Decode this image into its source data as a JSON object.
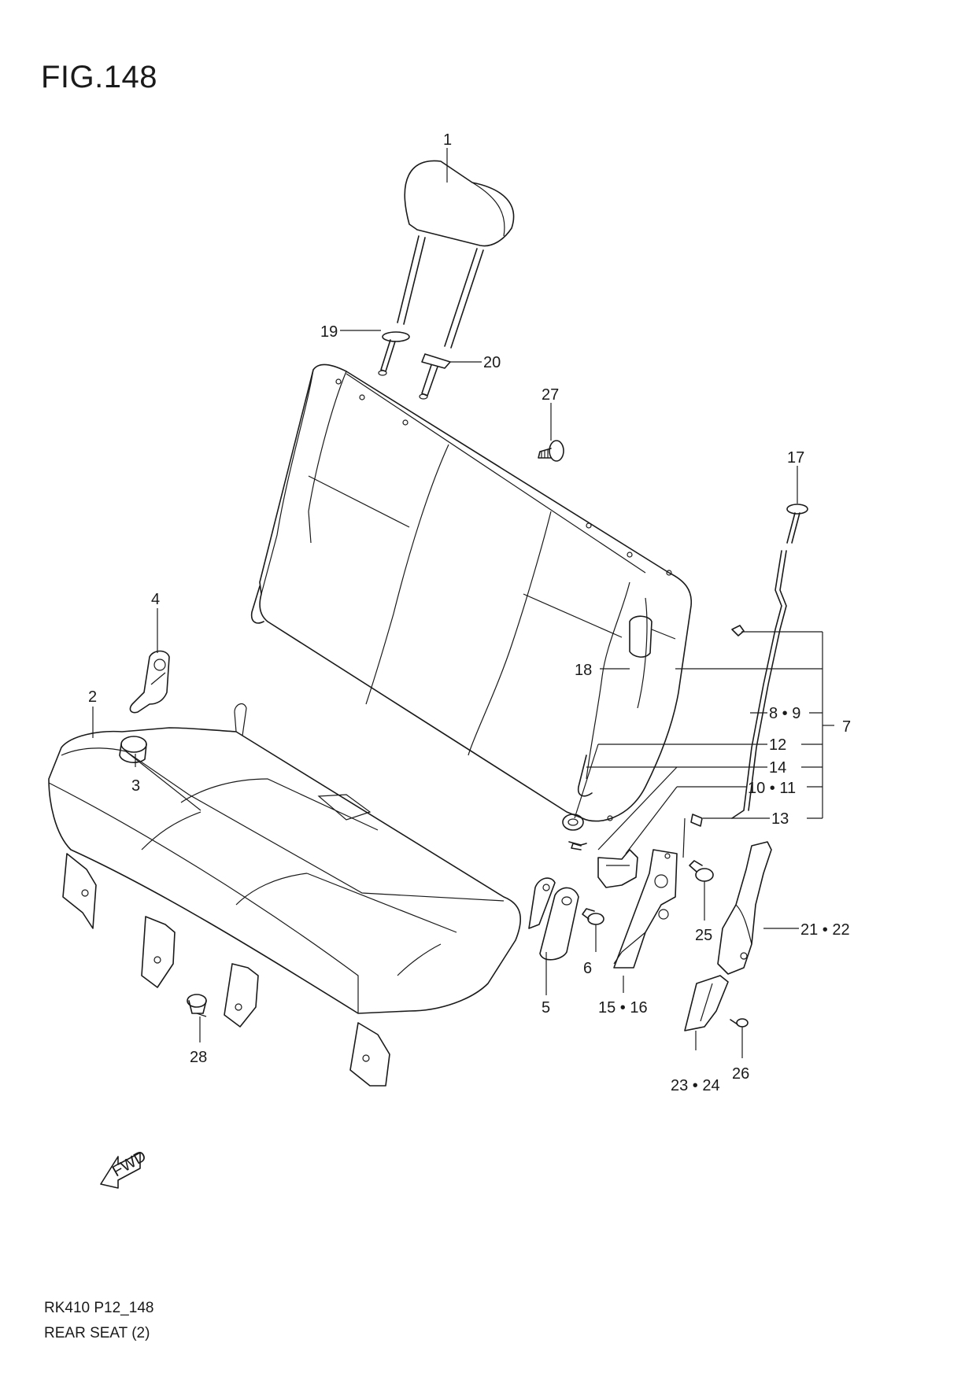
{
  "figure": {
    "title": "FIG.148",
    "code": "RK410 P12_148",
    "name": "REAR SEAT (2)"
  },
  "fwd_label": "FWD",
  "callouts": {
    "c1": "1",
    "c2": "2",
    "c3": "3",
    "c4": "4",
    "c5": "5",
    "c6": "6",
    "c7": "7",
    "c8_9": "8 • 9",
    "c10_11": "10 • 11",
    "c12": "12",
    "c13": "13",
    "c14": "14",
    "c15_16": "15 • 16",
    "c17": "17",
    "c18": "18",
    "c19": "19",
    "c20": "20",
    "c21_22": "21 • 22",
    "c23_24": "23 • 24",
    "c25": "25",
    "c26": "26",
    "c27": "27",
    "c28": "28"
  }
}
